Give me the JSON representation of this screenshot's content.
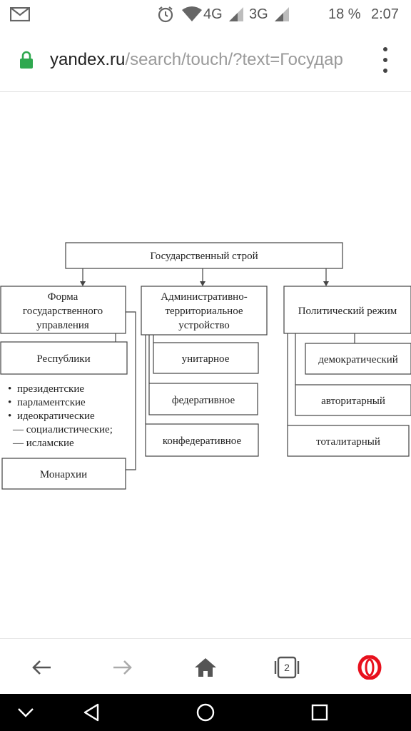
{
  "status_bar": {
    "network_1": "4G",
    "network_2": "3G",
    "battery": "18 %",
    "time": "2:07",
    "icons": [
      "mail-icon",
      "alarm-icon",
      "wifi-icon",
      "signal-icon",
      "signal-icon"
    ]
  },
  "browser": {
    "url_host": "yandex.ru",
    "url_path": "/search/touch/?text=Государ",
    "icons": [
      "lock-icon",
      "more-vert-icon"
    ]
  },
  "diagram": {
    "root": "Государственный строй",
    "branches": [
      {
        "title_lines": [
          "Форма",
          "государственного",
          "управления"
        ],
        "subtypes": [
          {
            "label": "Республики",
            "items": [
              "президентские",
              "парламентские",
              "идеократические"
            ],
            "subitems": [
              "— социалистические;",
              "— исламские"
            ]
          },
          {
            "label": "Монархии"
          }
        ]
      },
      {
        "title_lines": [
          "Административно-",
          "территориальное",
          "устройство"
        ],
        "items": [
          "унитарное",
          "федеративное",
          "конфедеративное"
        ]
      },
      {
        "title_lines": [
          "Политический режим"
        ],
        "items": [
          "демократический",
          "авторитарный",
          "тоталитарный"
        ]
      }
    ]
  },
  "toolbar": {
    "tabs_count": "2",
    "icons": [
      "back-arrow-icon",
      "forward-arrow-icon",
      "home-icon",
      "tabs-icon",
      "opera-icon"
    ]
  },
  "system_nav": {
    "icons": [
      "chevron-down-icon",
      "back-triangle-icon",
      "home-circle-icon",
      "recents-square-icon"
    ]
  },
  "colors": {
    "lock_green": "#2fa84f",
    "opera_red": "#e8101d",
    "url_path_gray": "#9a9a9a",
    "nav_bar": "#000000"
  }
}
